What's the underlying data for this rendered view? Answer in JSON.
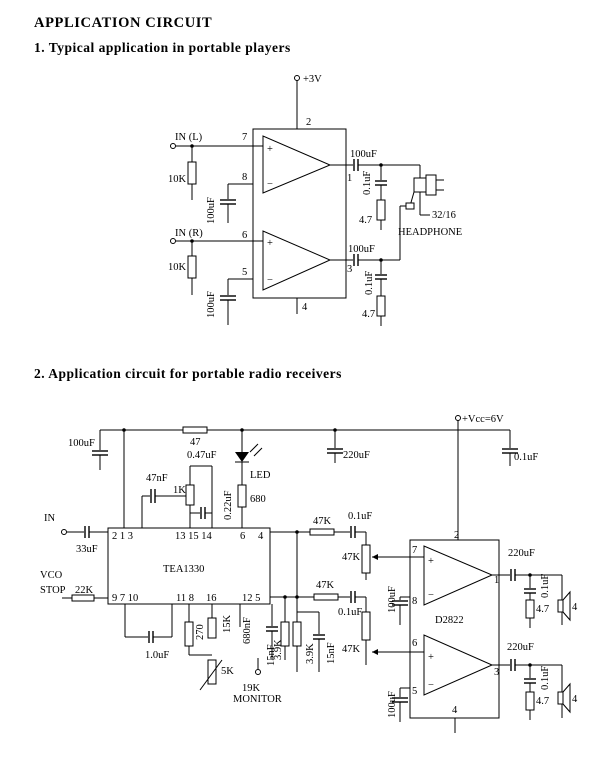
{
  "title": "APPLICATION CIRCUIT",
  "section1": {
    "heading": "1.  Typical application in portable players",
    "labels": {
      "supply": "+3V",
      "in_l": "IN (L)",
      "in_r": "IN (R)",
      "res_l": "10K",
      "res_r": "10K",
      "cap_l": "100uF",
      "cap_r": "100uF",
      "out_cap_top": "100uF",
      "out_cap_bot": "100uF",
      "zobel_c_top": "0.1uF",
      "zobel_c_bot": "0.1uF",
      "zobel_r_top": "4.7",
      "zobel_r_bot": "4.7",
      "load": "32/16",
      "headphone": "HEADPHONE",
      "pin2": "2",
      "pin7": "7",
      "pin8": "8",
      "pin1": "1",
      "pin6": "6",
      "pin5": "5",
      "pin3": "3",
      "pin4": "4"
    }
  },
  "section2": {
    "heading": "2.  Application circuit for portable radio receivers",
    "labels": {
      "vcc": "+Vcc=6V",
      "c100": "100uF",
      "r47": "47",
      "c047": "0.47uF",
      "led": "LED",
      "c220": "220uF",
      "c01_right": "0.1uF",
      "c47n": "47nF",
      "r1k": "1K",
      "c022": "0.22uF",
      "r680": "680",
      "r47k_a": "47K",
      "c01_a": "0.1uF",
      "pot_a": "47K",
      "in": "IN",
      "c33": "33uF",
      "pins_left_top": "2 1 3",
      "pins_mid_top": "13 15  14",
      "pin6": "6",
      "pin4": "4",
      "tea": "TEA1330",
      "vco": "VCO",
      "stop": "STOP",
      "r22k": "22K",
      "pins_left_bot": "9 7 10",
      "pin11_8": "11 8",
      "pin16": "16",
      "pin12_5": "12  5",
      "r47k_b": "47K",
      "c01_b": "0.1uF",
      "c1u": "1.0uF",
      "r270": "270",
      "c15k": "15K",
      "c680n": "680nF",
      "c15n_a": "15nF",
      "r39k_a": "3.9K",
      "r39k_b": "3.9K",
      "c15n_b": "15nF",
      "pot_b": "47K",
      "pot5k": "5K",
      "r19k": "19K",
      "monitor": "MONITOR",
      "c100_amp_top": "100uF",
      "c100_amp_bot": "100uF",
      "d2822": "D2822",
      "p7": "7",
      "p8": "8",
      "p6": "6",
      "p5": "5",
      "p2": "2",
      "p1": "1",
      "p3": "3",
      "p4": "4",
      "c220_out_top": "220uF",
      "c220_out_bot": "220uF",
      "c01_out_top": "0.1uF",
      "c01_out_bot": "0.1uF",
      "r47_out_top": "4.7",
      "r47_out_bot": "4.7",
      "spk_top": "4",
      "spk_bot": "4"
    }
  }
}
